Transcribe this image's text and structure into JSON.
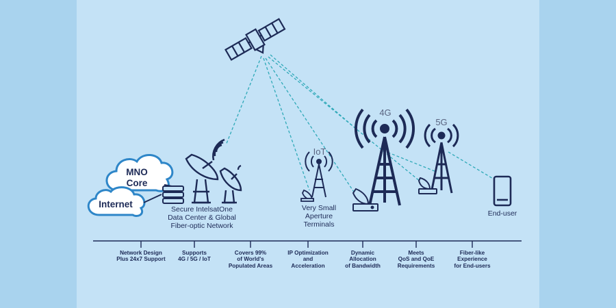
{
  "clouds": {
    "core": "MNO\nCore",
    "internet": "Internet"
  },
  "labels": {
    "datacenter": "Secure IntelsatOne\nData Center & Global\nFiber-optic Network",
    "vsat": "Very Small\nAperture\nTerminals",
    "enduser": "End-user",
    "iot": "IoT",
    "tower_4g": "4G",
    "tower_5g": "5G"
  },
  "features": [
    "Network Design\nPlus 24x7 Support",
    "Supports\n4G / 5G / IoT",
    "Covers 99%\nof World's\nPopulated Areas",
    "IP Optimization\nand\nAcceleration",
    "Dynamic\nAllocation\nof Bandwidth",
    "Meets\nQoS and QoE\nRequirements",
    "Fiber-like\nExperience\nfor End-users"
  ],
  "colors": {
    "navy": "#1d2a56",
    "link": "#2fa9b8",
    "cloud": "#2e86c8",
    "background": "#c4e2f6"
  }
}
